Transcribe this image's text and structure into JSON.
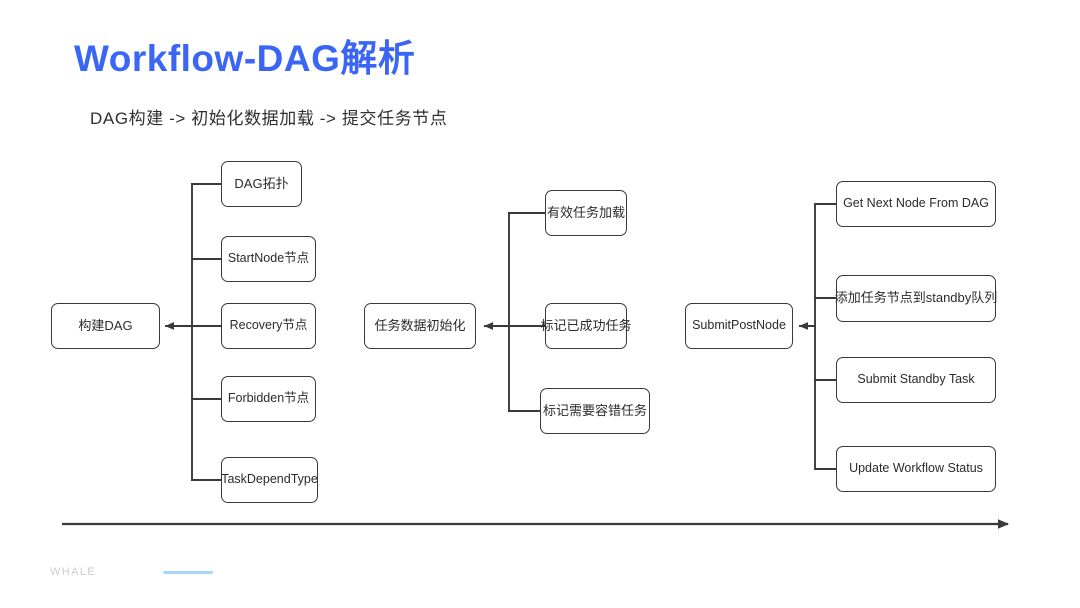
{
  "slide": {
    "title": "Workflow-DAG解析",
    "subtitle": "DAG构建  ->  初始化数据加载  ->  提交任务节点",
    "title_color": "#3b66f5",
    "node_border_color": "#343b45",
    "wire_color": "#3a3a3a",
    "background": "#ffffff"
  },
  "footer": {
    "logo": "WHALE",
    "accent_color": "#a8d8f5"
  },
  "diagram": {
    "type": "flow-diagram",
    "groups": [
      {
        "name": "dag-build",
        "root": "构建DAG",
        "children": [
          "DAG拓扑",
          "StartNode节点",
          "Recovery节点",
          "Forbidden节点",
          "TaskDependType"
        ]
      },
      {
        "name": "task-data-init",
        "root": "任务数据初始化",
        "children": [
          "有效任务加载",
          "标记已成功任务",
          "标记需要容错任务"
        ]
      },
      {
        "name": "submit-post-node",
        "root": "SubmitPostNode",
        "children": [
          "Get Next Node From DAG",
          "添加任务节点到standby队列",
          "Submit Standby Task",
          "Update Workflow Status"
        ]
      }
    ],
    "timeline_arrow": "left-to-right"
  }
}
